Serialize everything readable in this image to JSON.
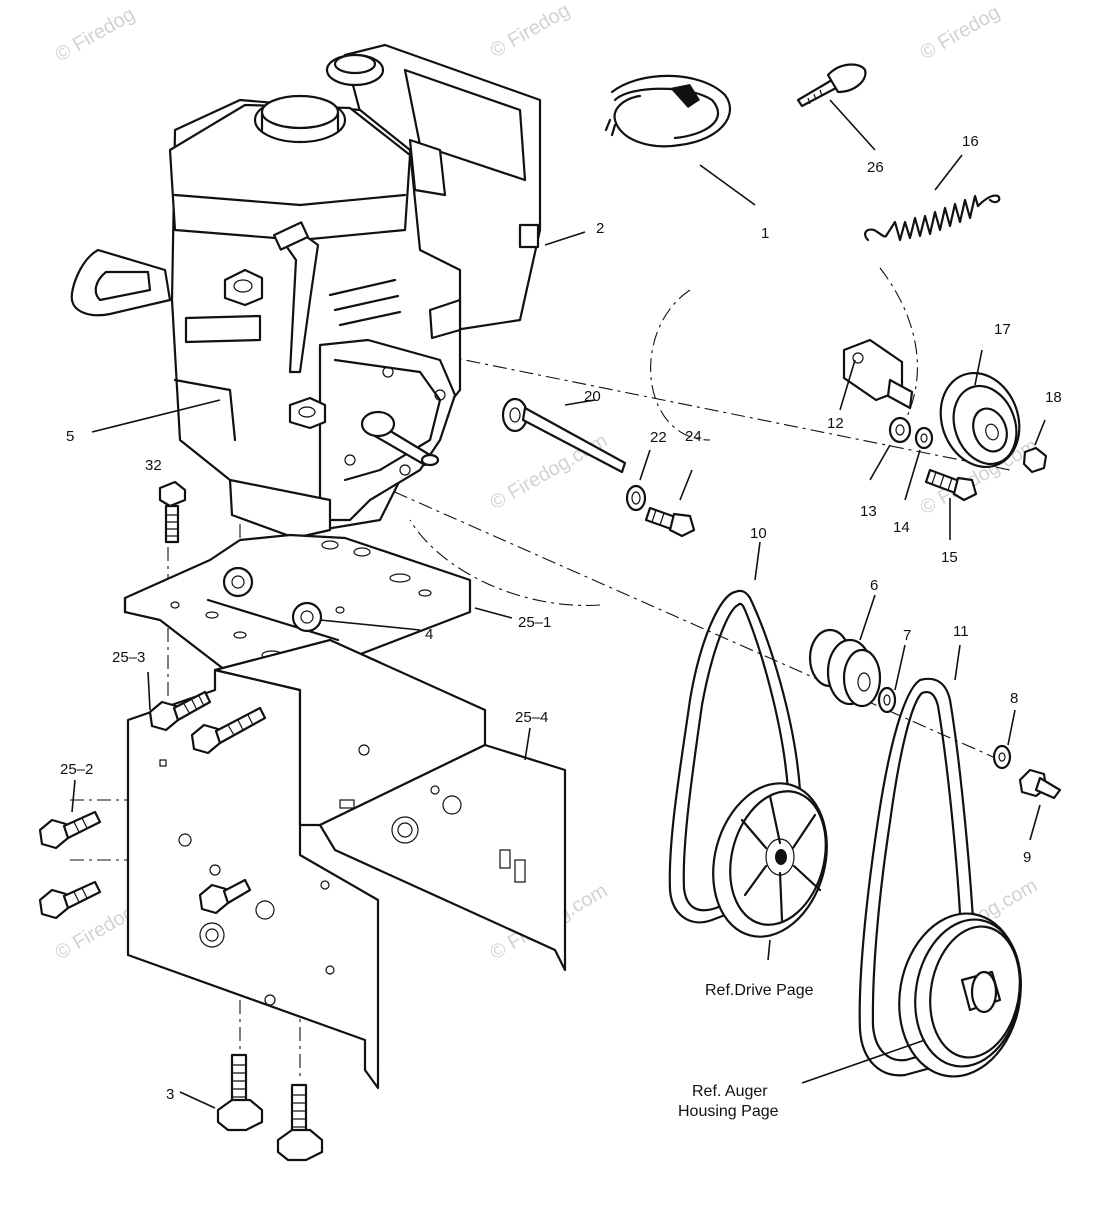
{
  "watermark": {
    "text": "© Firedog.com",
    "short": "© Firedog"
  },
  "labels": {
    "l1": "1",
    "l2": "2",
    "l3": "3",
    "l4": "4",
    "l5": "5",
    "l6": "6",
    "l7": "7",
    "l8": "8",
    "l9": "9",
    "l10": "10",
    "l11": "11",
    "l12": "12",
    "l13": "13",
    "l14": "14",
    "l15": "15",
    "l16": "16",
    "l17": "17",
    "l18": "18",
    "l20": "20",
    "l22": "22",
    "l24": "24",
    "l26": "26",
    "l32": "32",
    "l25_1": "25–1",
    "l25_2": "25–2",
    "l25_3": "25–3",
    "l25_4": "25–4"
  },
  "references": {
    "drive": "Ref.Drive Page",
    "auger_line1": "Ref. Auger",
    "auger_line2": "Housing Page"
  },
  "icons": [
    "engine-icon",
    "drive-belt-icon",
    "auger-belt-icon",
    "pulley-icon",
    "bolt-icon",
    "mounting-plate-icon",
    "frame-icon",
    "spring-icon",
    "key-icon",
    "wire-harness-icon"
  ]
}
